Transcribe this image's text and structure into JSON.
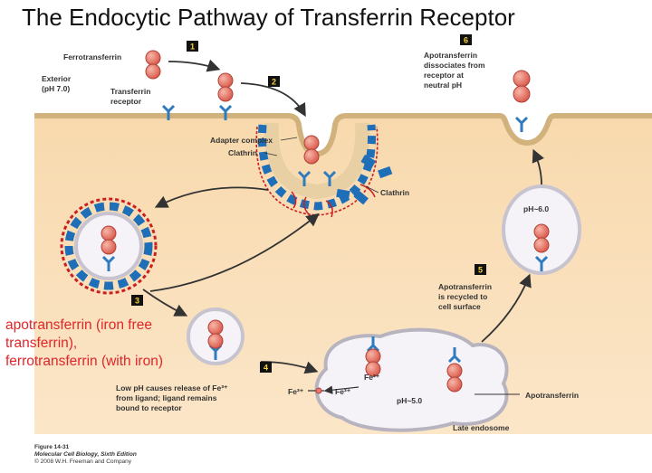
{
  "title": "The Endocytic Pathway of Transferrin Receptor",
  "annotation": {
    "line1": "apotransferrin (iron free",
    "line2": "transferrin),",
    "line3": "ferrotransferrin (with iron)"
  },
  "labels": {
    "ferrotransferrin": "Ferrotransferrin",
    "exterior": "Exterior",
    "exterior_ph": "(pH 7.0)",
    "transferrin": "Transferrin",
    "receptor": "receptor",
    "adapter_complex": "Adapter complex",
    "clathrin_a": "Clathrin",
    "clathrin_b": "Clathrin",
    "apotransferrin": "Apotransferrin",
    "late_endosome": "Late endosome",
    "ph_endosome": "pH~5.0",
    "ph_vesicle": "pH~6.0",
    "fe_ion": "Fe³⁺",
    "step4_l1": "Low pH causes release of Fe³⁺",
    "step4_l2": "from ligand; ligand remains",
    "step4_l3": "bound to receptor",
    "step5_l1": "Apotransferrin",
    "step5_l2": "is recycled to",
    "step5_l3": "cell surface",
    "step6_l1": "Apotransferrin",
    "step6_l2": "dissociates from",
    "step6_l3": "receptor at",
    "step6_l4": "neutral pH"
  },
  "steps": [
    "1",
    "2",
    "3",
    "4",
    "5",
    "6"
  ],
  "credits": {
    "figure": "Figure 14-31",
    "book": "Molecular Cell Biology, Sixth Edition",
    "copyright": "© 2008 W.H. Freeman and Company"
  },
  "colors": {
    "cytosol": "#f7d6a8",
    "membrane": "#dcc08f",
    "clathrin": "#1f6fb8",
    "coat_line": "#cc2020",
    "protein": "#e8796b",
    "receptor": "#2f7bbd",
    "annotation": "#e0262b"
  }
}
